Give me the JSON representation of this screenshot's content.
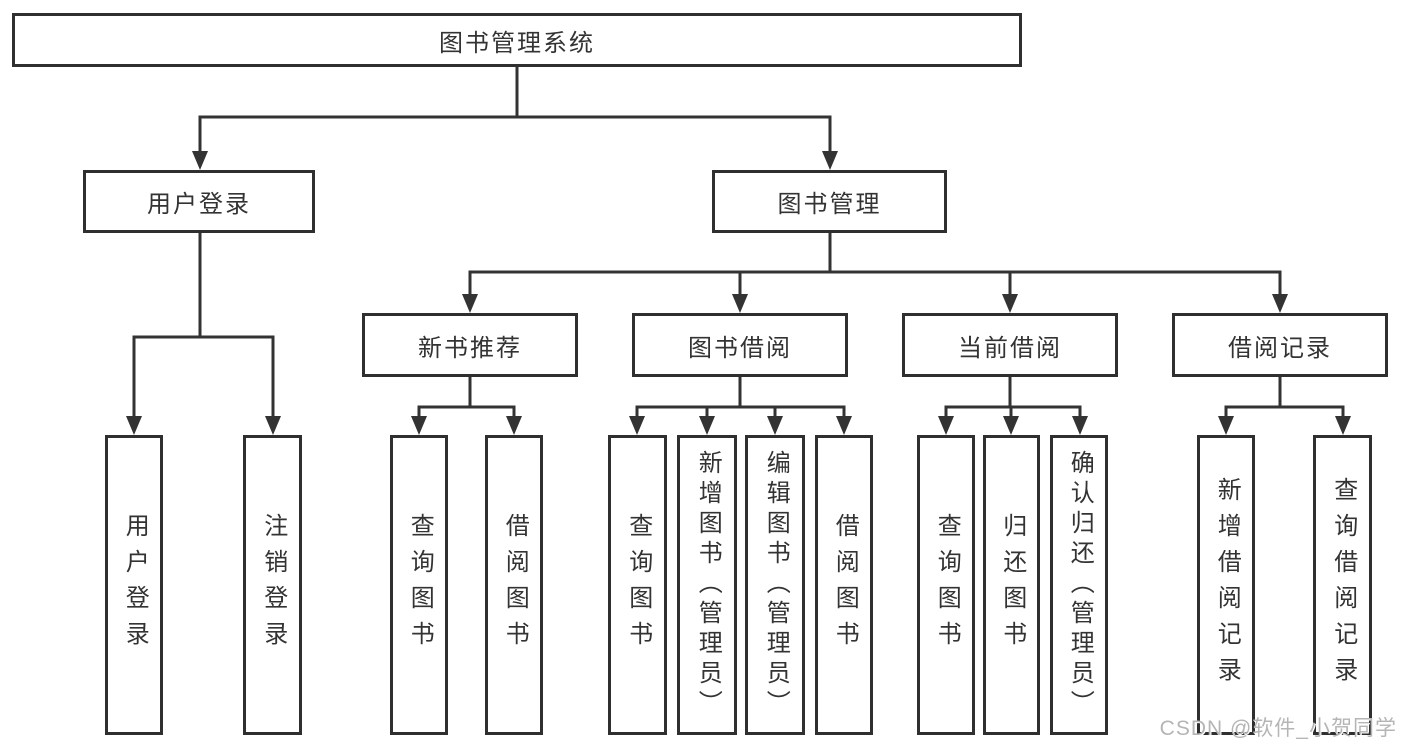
{
  "colors": {
    "background": "#ffffff",
    "box_border": "#2f2f2f",
    "connector_line": "#333333",
    "text": "#333333",
    "watermark": "#b5b5b5"
  },
  "tree": {
    "root": {
      "label": "图书管理系统"
    },
    "branches": [
      {
        "label": "用户登录",
        "children": [
          {
            "label": "用户登录"
          },
          {
            "label": "注销登录"
          }
        ]
      },
      {
        "label": "图书管理",
        "groups": [
          {
            "label": "新书推荐",
            "children": [
              {
                "label": "查询图书"
              },
              {
                "label": "借阅图书"
              }
            ]
          },
          {
            "label": "图书借阅",
            "children": [
              {
                "label": "查询图书"
              },
              {
                "label": "新增图书（管理员）"
              },
              {
                "label": "编辑图书（管理员）"
              },
              {
                "label": "借阅图书"
              }
            ]
          },
          {
            "label": "当前借阅",
            "children": [
              {
                "label": "查询图书"
              },
              {
                "label": "归还图书"
              },
              {
                "label": "确认归还（管理员）"
              }
            ]
          },
          {
            "label": "借阅记录",
            "children": [
              {
                "label": "新增借阅记录"
              },
              {
                "label": "查询借阅记录"
              }
            ]
          }
        ]
      }
    ]
  },
  "watermark": {
    "text": "CSDN @软件_小贺同学"
  }
}
